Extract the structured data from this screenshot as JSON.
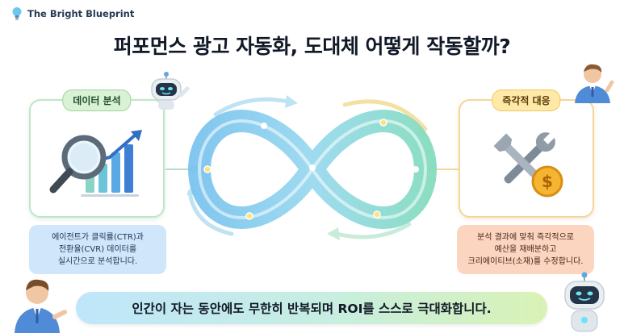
{
  "brand": {
    "name": "The Bright Blueprint",
    "icon": "lightbulb-icon"
  },
  "title": "퍼포먼스 광고 자동화, 도대체 어떻게 작동할까?",
  "left_panel": {
    "label": "데이터 분석",
    "icon": "magnifier-chart-icon",
    "description": [
      "에이전트가 클릭률(CTR)과",
      "전환율(CVR) 데이터를",
      "실시간으로 분석합니다."
    ]
  },
  "right_panel": {
    "label": "즉각적 대응",
    "icon": "wrench-coin-icon",
    "description": [
      "분석 결과에 맞춰 즉각적으로",
      "예산을 재배분하고",
      "크리에이티브(소재)를 수정합니다."
    ]
  },
  "center": {
    "icon": "infinity-loop-icon"
  },
  "banner": {
    "text": "인간이 자는 동안에도 무한히 반복되며 ROI를 스스로 극대화합니다."
  },
  "colors": {
    "left_accent": "#bfe6c6",
    "right_accent": "#f6d59a",
    "loop_blue": "#5fb8e8",
    "loop_green": "#7fd6b3"
  }
}
